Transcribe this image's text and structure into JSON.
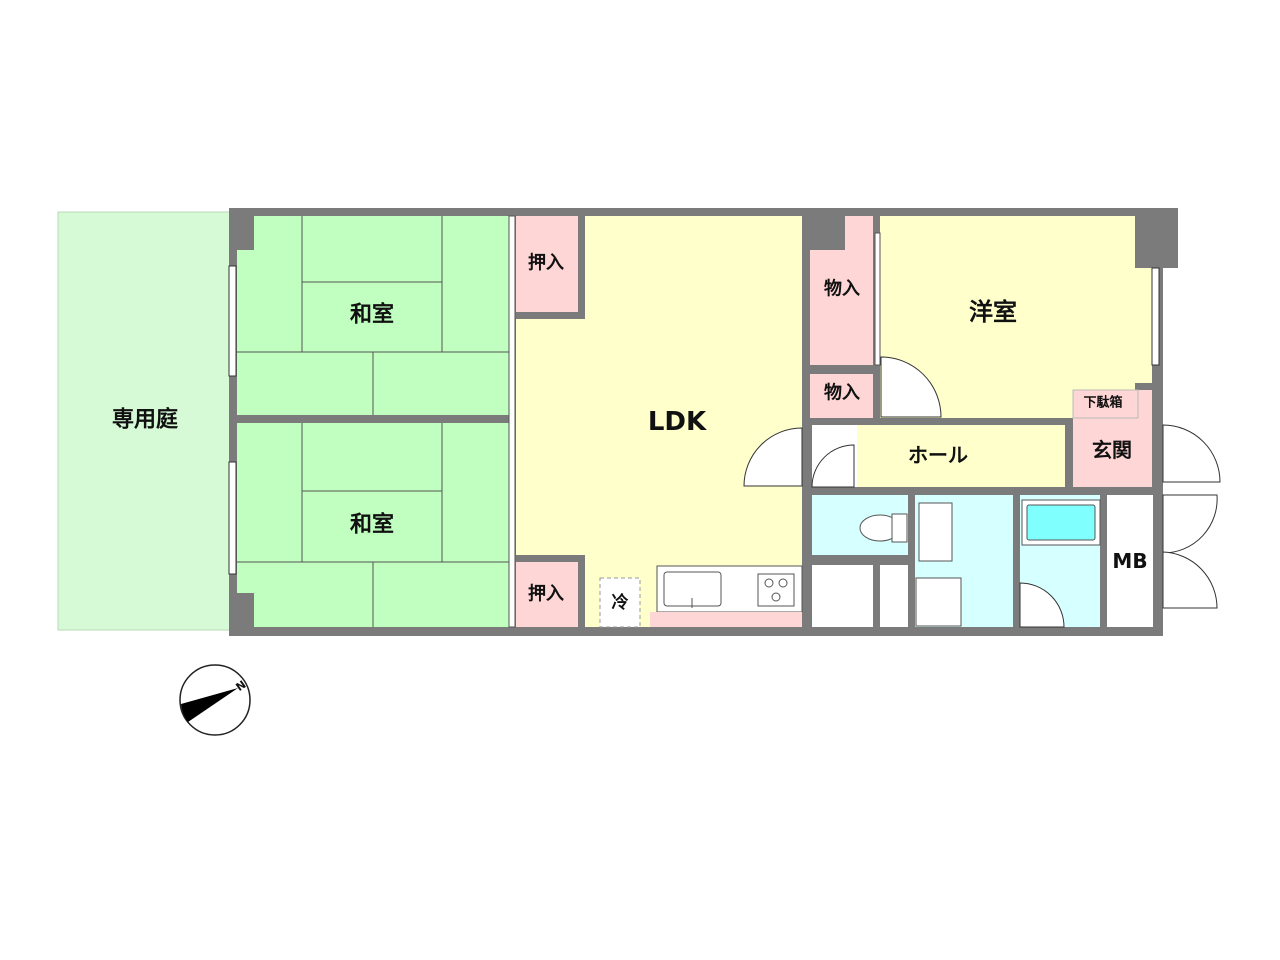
{
  "rooms": {
    "garden": "専用庭",
    "washitsu_1": "和室",
    "washitsu_2": "和室",
    "oshiire_1": "押入",
    "oshiire_2": "押入",
    "ldk": "LDK",
    "fridge": "冷",
    "monoire_1": "物入",
    "monoire_2": "物入",
    "youshitsu": "洋室",
    "getabako": "下駄箱",
    "genkan": "玄関",
    "hall": "ホール",
    "mb": "MB"
  },
  "compass": {
    "label": "N"
  },
  "colors": {
    "wall": "#7b7b7b",
    "tatami": "#c0ffc0",
    "garden": "#d6fad6",
    "storage": "#ffd6d6",
    "floor": "#ffffcc",
    "wet": "#d6ffff",
    "tub": "#80ffff"
  }
}
